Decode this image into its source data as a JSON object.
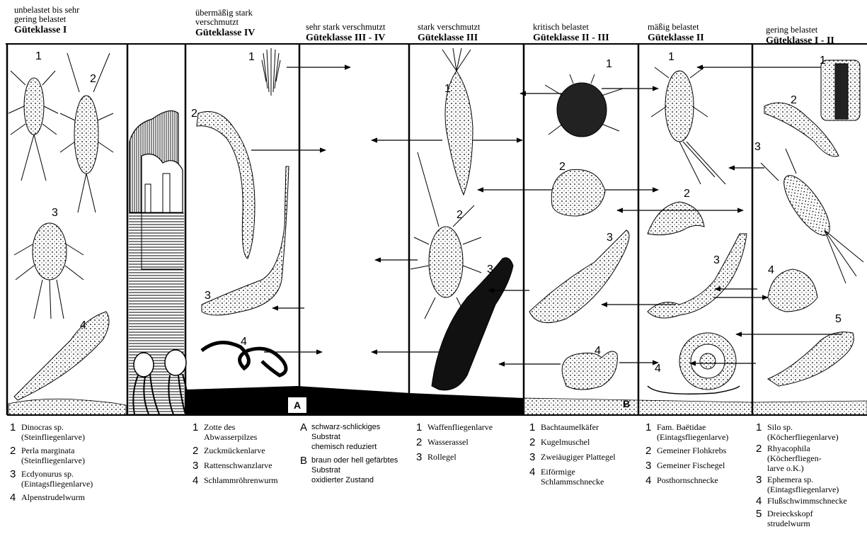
{
  "columns": [
    {
      "desc": "unbelastet bis sehr\ngering belastet",
      "class": "Güteklasse I"
    },
    {
      "desc": "übermäßig stark\nverschmutzt",
      "class": "Güteklasse IV"
    },
    {
      "desc": "sehr stark verschmutzt",
      "class": "Güteklasse III - IV"
    },
    {
      "desc": "stark verschmutzt",
      "class": "Güteklasse III"
    },
    {
      "desc": "kritisch belastet",
      "class": "Güteklasse II - III"
    },
    {
      "desc": "mäßig belastet",
      "class": "Güteklasse II"
    },
    {
      "desc": "gering belastet",
      "class": "Güteklasse I - II"
    }
  ],
  "markers": {
    "a": "A",
    "b": "B"
  },
  "legends": {
    "col1": [
      {
        "n": "1",
        "t": "Dinocras sp.\n(Steinfliegenlarve)"
      },
      {
        "n": "2",
        "t": "Perla marginata\n(Steinfliegenlarve)"
      },
      {
        "n": "3",
        "t": "Ecdyonurus sp.\n(Eintagsfliegenlarve)"
      },
      {
        "n": "4",
        "t": "Alpenstrudelwurm"
      }
    ],
    "col2": [
      {
        "n": "1",
        "t": "Zotte des\nAbwasserpilzes"
      },
      {
        "n": "2",
        "t": "Zuckmückenlarve"
      },
      {
        "n": "3",
        "t": "Rattenschwanzlarve"
      },
      {
        "n": "4",
        "t": "Schlammröhrenwurm"
      }
    ],
    "col3": [
      {
        "n": "A",
        "t": "schwarz-schlickiges\nSubstrat\nchemisch reduziert"
      },
      {
        "n": "B",
        "t": "braun oder hell gefärbtes\nSubstrat\noxidierter Zustand"
      }
    ],
    "col4": [
      {
        "n": "1",
        "t": "Waffenfliegenlarve"
      },
      {
        "n": "2",
        "t": "Wasserassel"
      },
      {
        "n": "3",
        "t": "Rollegel"
      }
    ],
    "col5": [
      {
        "n": "1",
        "t": "Bachtaumelkäfer"
      },
      {
        "n": "2",
        "t": "Kugelmuschel"
      },
      {
        "n": "3",
        "t": "Zweiäugiger Plattegel"
      },
      {
        "n": "4",
        "t": "Eiförmige\nSchlammschnecke"
      }
    ],
    "col6": [
      {
        "n": "1",
        "t": "Fam. Baëtidae\n(Eintagsfliegenlarve)"
      },
      {
        "n": "2",
        "t": "Gemeiner Flohkrebs"
      },
      {
        "n": "3",
        "t": "Gemeiner Fischegel"
      },
      {
        "n": "4",
        "t": "Posthornschnecke"
      }
    ],
    "col7": [
      {
        "n": "1",
        "t": "Silo sp.\n(Köcherfliegenlarve)"
      },
      {
        "n": "2",
        "t": "Rhyacophila\n(Köcherfliegen-\nlarve o.K.)"
      },
      {
        "n": "3",
        "t": "Ephemera sp.\n(Eintagsfliegenlarve)"
      },
      {
        "n": "4",
        "t": "Flußschwimmschnecke"
      },
      {
        "n": "5",
        "t": "Dreieckskopf\nstrudelwurm"
      }
    ]
  }
}
